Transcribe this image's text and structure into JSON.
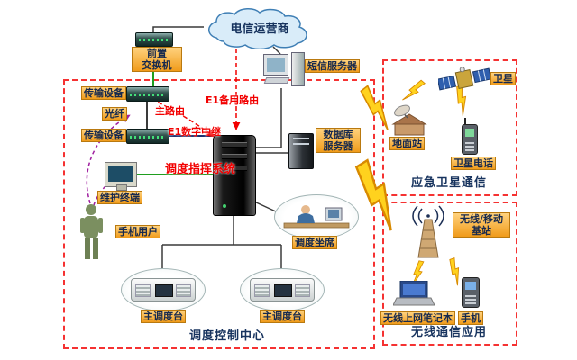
{
  "colors": {
    "accent_red": "#f20000",
    "label_orange": "#f09b1a",
    "title_navy": "#17335e",
    "dashed_box_red": "#f53232",
    "green_line": "#1f9e1f",
    "purple_line": "#a020a0",
    "lightning_yellow": "#ffd21e"
  },
  "cloud": {
    "label": "电信运营商"
  },
  "labels": {
    "front_switch_1": "前置",
    "front_switch_2": "交换机",
    "transmission_a": "传输设备",
    "transmission_b": "传输设备",
    "fiber": "光纤",
    "main_route": "主路由",
    "e1_backup_route": "E1备用路由",
    "e1_trunk": "E1数字中继",
    "dispatch_system": "调度指挥系统",
    "sms_server": "短信服务器",
    "db_server_1": "数据库",
    "db_server_2": "服务器",
    "maintenance_terminal": "维护终端",
    "phone_user": "手机用户",
    "dispatch_seat": "调度坐席",
    "console_left": "主调度台",
    "console_right": "主调度台",
    "control_center": "调度控制中心",
    "satellite_region": "应急卫星通信",
    "satellite": "卫星",
    "ground_station": "地面站",
    "satellite_phone": "卫星电话",
    "wireless_region": "无线通信应用",
    "base_station_1": "无线/移动",
    "base_station_2": "基站",
    "wireless_laptop": "无线上网笔记本",
    "mobile_phone": "手机"
  }
}
